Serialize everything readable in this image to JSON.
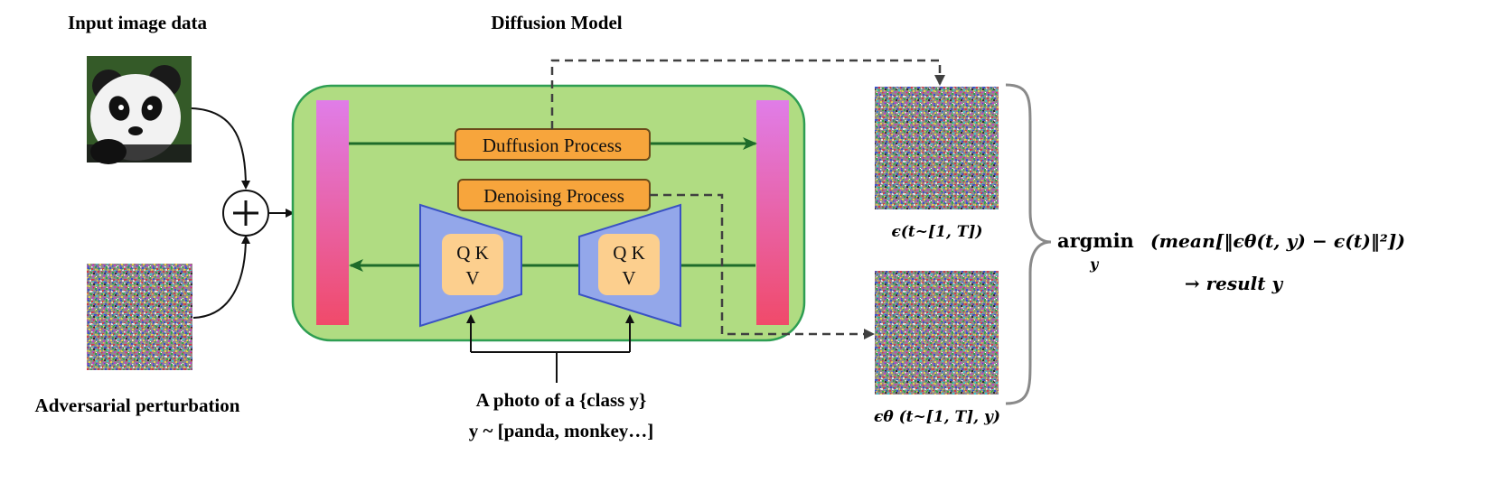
{
  "labels": {
    "input_title": "Input image data",
    "model_title": "Diffusion Model",
    "adv_label": "Adversarial perturbation",
    "diffusion_process": "Duffusion Process",
    "denoising_process": "Denoising Process",
    "qk": "Q K",
    "v": "V",
    "prompt_line1": "A photo of a {class y}",
    "prompt_line2": "y ~ [panda, monkey…]"
  },
  "math": {
    "eps_label": "ϵ(t~[1, T])",
    "eps_theta_label": "ϵθ (t~[1, T], y)",
    "argmin": "argmin",
    "argmin_sub": "y",
    "objective": "(mean[‖ϵθ(t, y) − ϵ(t)‖²])",
    "result": "→ result y"
  },
  "icons": {
    "plus": "+",
    "panda_image": "panda-photo-icon",
    "noise_image": "noise-texture-icon"
  },
  "colors": {
    "model_bg": "#b0dc82",
    "model_border": "#2e9e52",
    "process_box": "#f7a53c",
    "process_border": "#6b4a1a",
    "unet": "#93a7ea",
    "unet_border": "#3a52c4",
    "qkv_box": "#fccf8e",
    "arrow_green": "#1e6b2a",
    "bar_top": "#e07de8",
    "bar_bottom": "#f04a6a"
  }
}
